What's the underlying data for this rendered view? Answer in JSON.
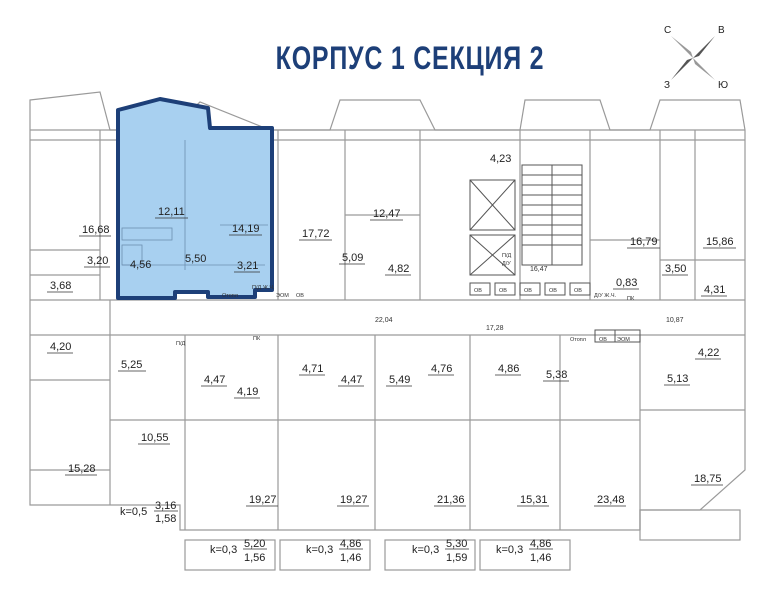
{
  "header": {
    "title": "КОРПУС 1  СЕКЦИЯ 2"
  },
  "compass": {
    "north": "С",
    "east": "В",
    "south": "Ю",
    "west": "З"
  },
  "highlight_color": "#a8d0f0",
  "outline_color": "#1d3f78",
  "rooms": {
    "r_16_68": "16,68",
    "r_12_11": "12,11",
    "r_14_19": "14,19",
    "r_17_72": "17,72",
    "r_12_47": "12,47",
    "r_4_23": "4,23",
    "r_16_79": "16,79",
    "r_15_86": "15,86",
    "r_3_20": "3,20",
    "r_4_56": "4,56",
    "r_5_50": "5,50",
    "r_3_21": "3,21",
    "r_5_09": "5,09",
    "r_4_82": "4,82",
    "r_16_47": "16,47",
    "r_0_83": "0,83",
    "r_3_50": "3,50",
    "r_3_68": "3,68",
    "r_4_31": "4,31",
    "r_22_04": "22,04",
    "r_17_28": "17,28",
    "r_10_87": "10,87",
    "r_4_20": "4,20",
    "r_4_22": "4,22",
    "r_5_25": "5,25",
    "r_4_47a": "4,47",
    "r_4_71": "4,71",
    "r_4_47b": "4,47",
    "r_5_49": "5,49",
    "r_4_76": "4,76",
    "r_4_86a": "4,86",
    "r_5_38": "5,38",
    "r_5_13": "5,13",
    "r_4_19": "4,19",
    "r_10_55": "10,55",
    "r_15_28": "15,28",
    "r_18_75": "18,75",
    "r_19_27a": "19,27",
    "r_19_27b": "19,27",
    "r_21_36": "21,36",
    "r_15_31": "15,31",
    "r_23_48": "23,48"
  },
  "labels": {
    "ov": "ОВ",
    "pd_zhch": "П/Д Ж.Ч.",
    "d_u_zhch": "Д/У Ж.Ч.",
    "otopl": "Отопл",
    "eom": "ЭОМ",
    "pk": "ПК",
    "pd": "П/Д",
    "d_u": "Д/У"
  },
  "balconies": [
    {
      "k": "k=0,5",
      "num": "3,16",
      "den": "1,58"
    },
    {
      "k": "k=0,3",
      "num": "5,20",
      "den": "1,56"
    },
    {
      "k": "k=0,3",
      "num": "4,86",
      "den": "1,46"
    },
    {
      "k": "k=0,3",
      "num": "5,30",
      "den": "1,59"
    },
    {
      "k": "k=0,3",
      "num": "4,86",
      "den": "1,46"
    }
  ]
}
